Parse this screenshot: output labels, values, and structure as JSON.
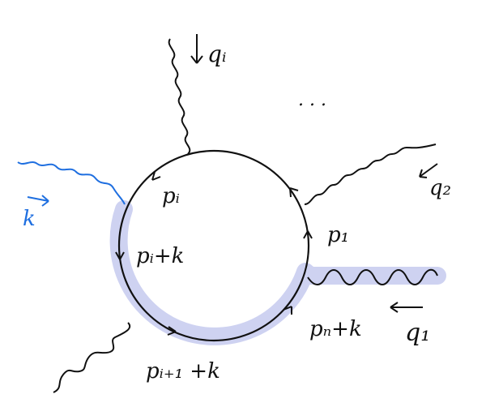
{
  "diagram": {
    "labels": {
      "q_i": "qᵢ",
      "q_2": "q₂",
      "q_1": "q₁",
      "k": "k",
      "ellipsis": ". . .",
      "p_i": "pᵢ",
      "p_1": "p₁",
      "p_i_plus_k": "pᵢ+k",
      "p_n_plus_k": "pₙ+k",
      "p_i1_plus_k": "pᵢ₊₁ +k"
    },
    "colors": {
      "ink": "#111111",
      "photon_k": "#1f6fe0",
      "highlight": "#c9cdf0"
    }
  }
}
